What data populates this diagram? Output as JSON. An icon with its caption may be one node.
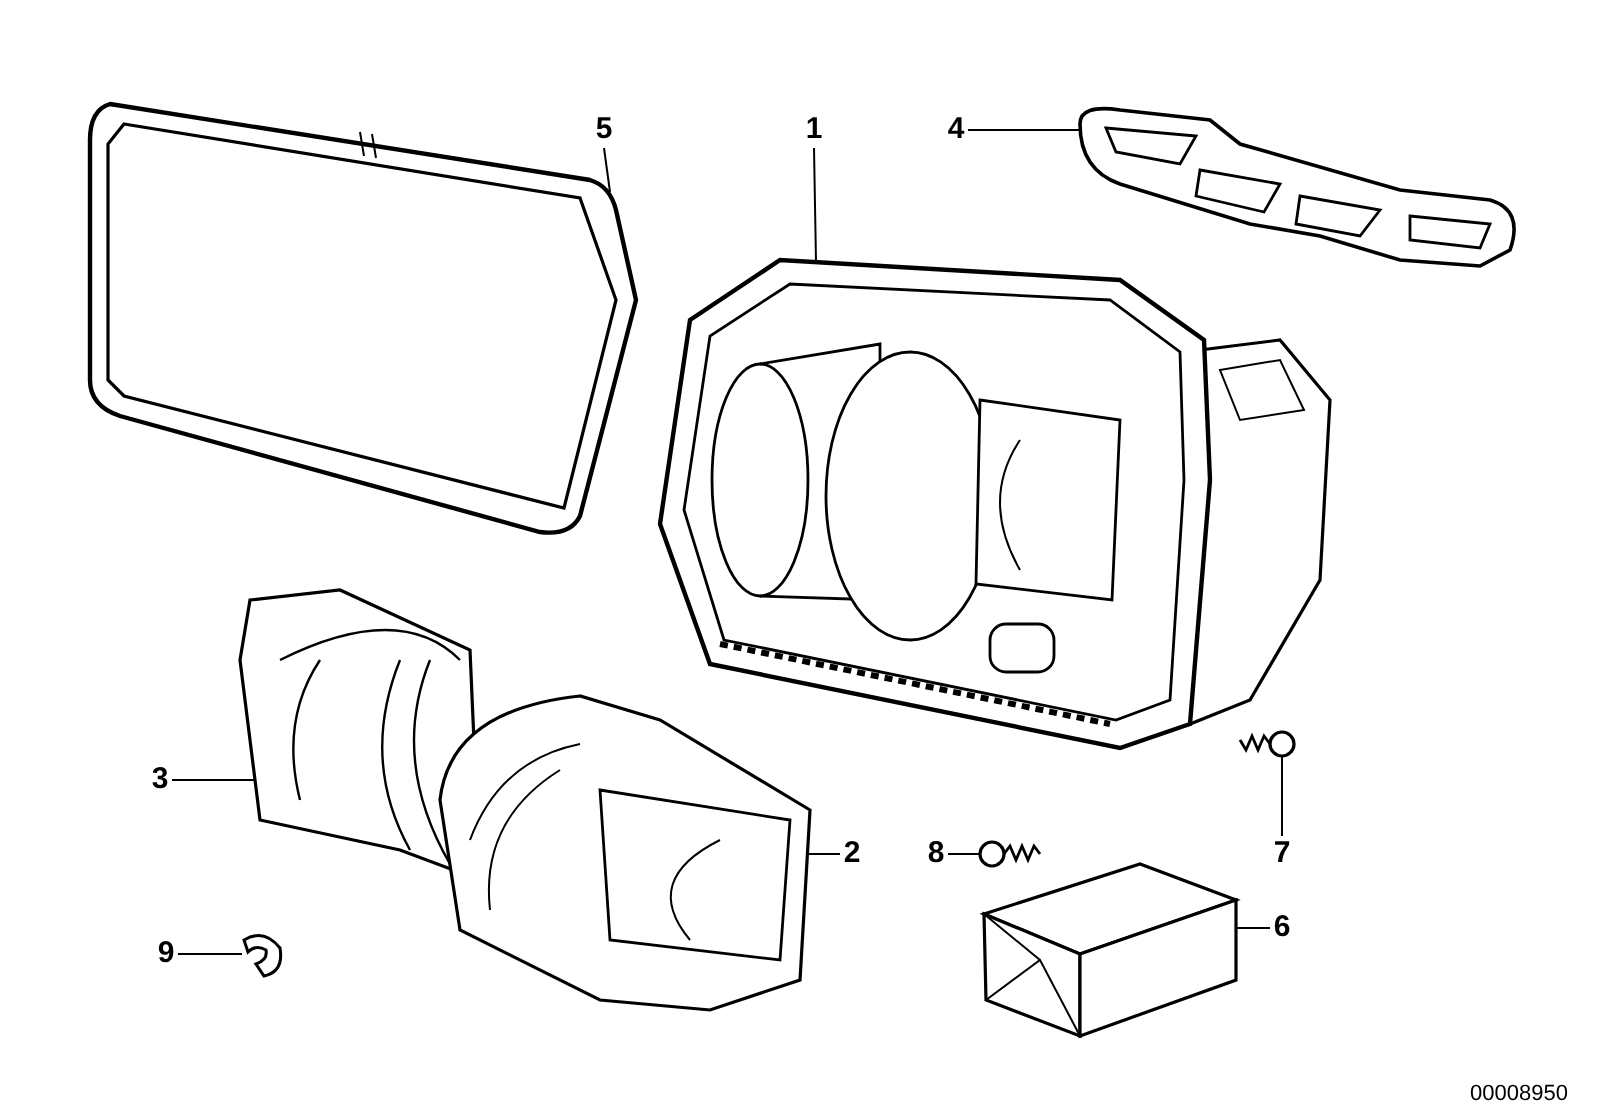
{
  "diagram": {
    "nodes": [
      {
        "text": [
          "5"
        ]
      },
      {
        "text": [
          "1"
        ]
      },
      {
        "text": [
          "4"
        ]
      },
      {
        "text": [
          "3"
        ]
      },
      {
        "text": [
          "2"
        ]
      },
      {
        "text": [
          "8"
        ]
      },
      {
        "text": [
          "7"
        ]
      },
      {
        "text": [
          "6"
        ]
      },
      {
        "text": [
          "9"
        ]
      },
      {
        "text": [],
        "shape": "picture"
      },
      {
        "text": [],
        "shape": "picture"
      },
      {
        "text": [],
        "shape": "picture"
      },
      {
        "text": [],
        "shape": "picture"
      },
      {
        "text": [],
        "shape": "picture"
      },
      {
        "text": [],
        "shape": "picture"
      },
      {
        "text": [],
        "shape": "picture"
      },
      {
        "text": [],
        "shape": "picture"
      },
      {
        "text": [],
        "shape": "picture"
      }
    ],
    "edges": [
      {
        "from": 0,
        "to": 9,
        "arrow": "none"
      },
      {
        "from": 1,
        "to": 10,
        "arrow": "none"
      },
      {
        "from": 2,
        "to": 11,
        "arrow": "none"
      },
      {
        "from": 3,
        "to": 12,
        "arrow": "none"
      },
      {
        "from": 4,
        "to": 13,
        "arrow": "none"
      },
      {
        "from": 5,
        "to": 14,
        "arrow": "none"
      },
      {
        "from": 6,
        "to": 15,
        "arrow": "none"
      },
      {
        "from": 7,
        "to": 16,
        "arrow": "none"
      },
      {
        "from": 8,
        "to": 17,
        "arrow": "none"
      }
    ],
    "labels": [
      "00008950"
    ]
  }
}
